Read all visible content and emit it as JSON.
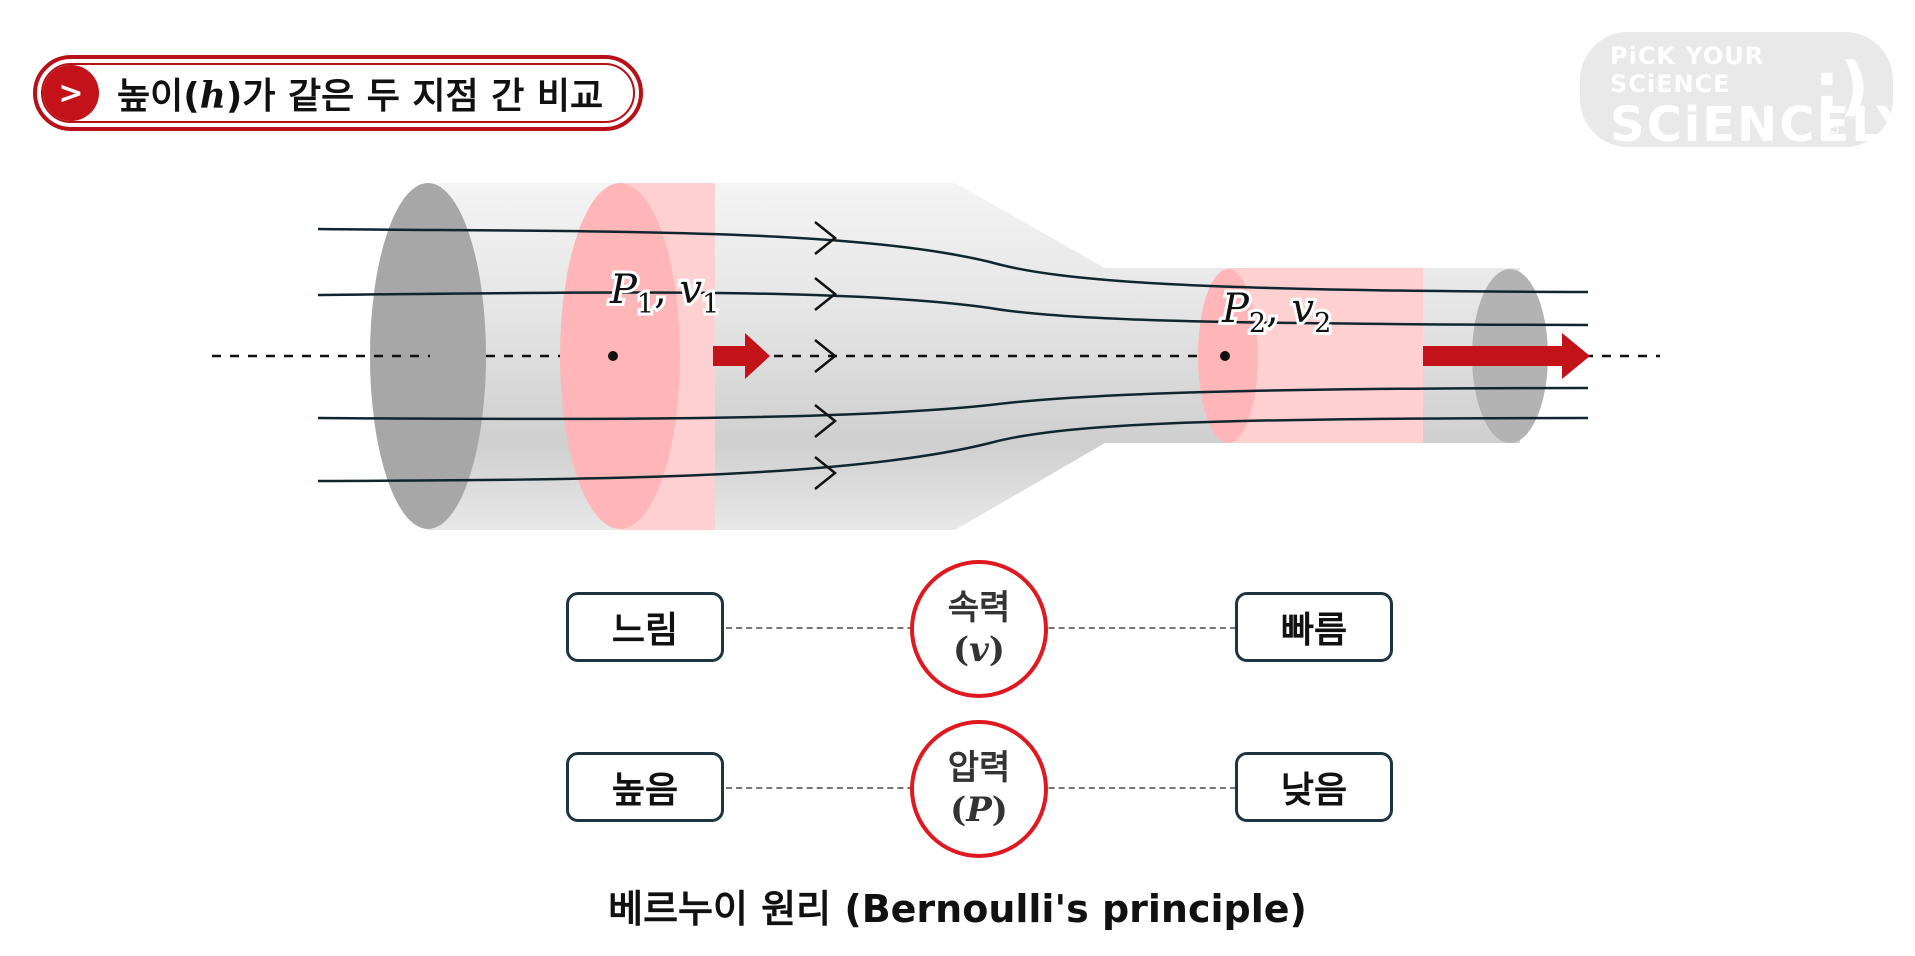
{
  "header": {
    "badge": ">",
    "title_before": "높이(",
    "title_symbol": "h",
    "title_after": ")가 같은 두 지점 간 비교"
  },
  "logo": {
    "line1": "PiCK YOUR SCiENCE",
    "line2": "SCiENCELY",
    "smile": ":)",
    "copyright": "©"
  },
  "labels": {
    "point1": {
      "P": "P",
      "sub_p": "1",
      "v": "v",
      "sub_v": "1"
    },
    "point2": {
      "P": "P",
      "sub_p": "2",
      "v": "v",
      "sub_v": "2"
    }
  },
  "comparison": {
    "speed": {
      "left": "느림",
      "center": "속력",
      "symbol": "v",
      "right": "빠름"
    },
    "pressure": {
      "left": "높음",
      "center": "압력",
      "symbol": "P",
      "right": "낮음"
    }
  },
  "caption": "베르누이 원리 (Bernoulli's principle)",
  "colors": {
    "accent_red": "#c3121a",
    "circle_red": "#e01820",
    "disk_pink": "#ffb8b9",
    "pipe_gray": "#dcdcdc",
    "streamline": "#10262f"
  }
}
